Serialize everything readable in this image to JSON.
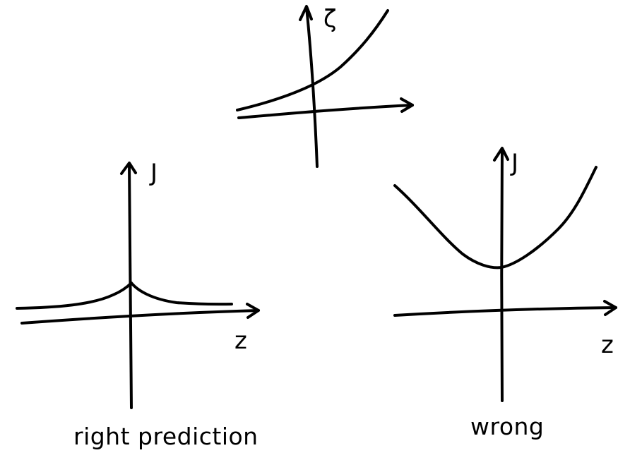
{
  "panels": {
    "top": {
      "y_axis_label": "ζ"
    },
    "left": {
      "y_axis_label": "J",
      "x_axis_label": "z",
      "caption": "right prediction"
    },
    "right": {
      "y_axis_label": "J",
      "x_axis_label": "z",
      "caption": "wrong"
    }
  },
  "colors": {
    "ink": "#000000",
    "paper": "#ffffff"
  }
}
